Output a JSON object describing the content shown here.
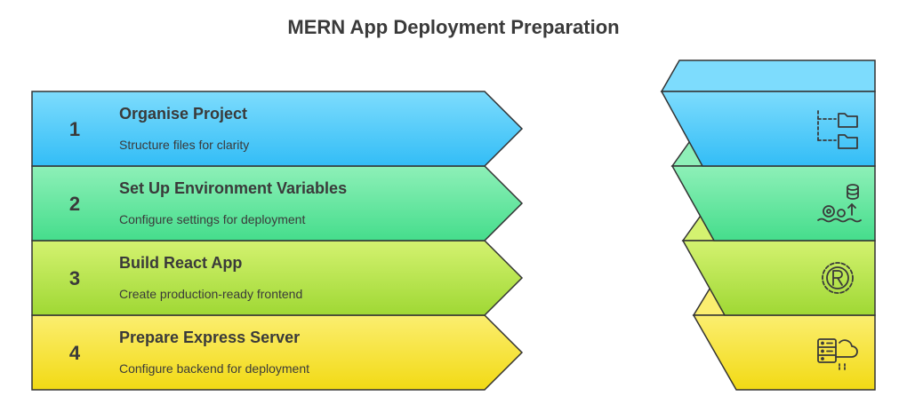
{
  "title": "MERN App Deployment Preparation",
  "steps": [
    {
      "number": "1",
      "heading": "Organise Project",
      "description": "Structure files for clarity",
      "color": "#3cc2f8",
      "color_light": "#7ddcfd",
      "icon": "folder-tree-icon"
    },
    {
      "number": "2",
      "heading": "Set Up Environment Variables",
      "description": "Configure settings for deployment",
      "color": "#4ee294",
      "color_light": "#8ef0b8",
      "icon": "database-gears-icon"
    },
    {
      "number": "3",
      "heading": "Build React App",
      "description": "Create production-ready frontend",
      "color": "#a6dd3a",
      "color_light": "#cdf06a",
      "icon": "rust-gear-icon"
    },
    {
      "number": "4",
      "heading": "Prepare Express Server",
      "description": "Configure backend for deployment",
      "color": "#f5df1c",
      "color_light": "#fbec6c",
      "icon": "server-cloud-icon"
    }
  ]
}
